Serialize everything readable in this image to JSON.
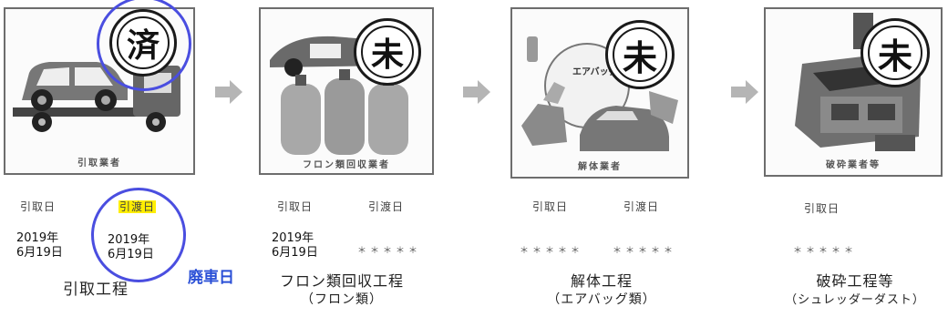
{
  "stages": [
    {
      "image_caption": "引取業者",
      "stamp": "済",
      "labels": [
        "引取日",
        "引渡日"
      ],
      "dates": [
        "2019年\n6月19日",
        "2019年\n6月19日"
      ],
      "process": "引取工程",
      "process_sub": ""
    },
    {
      "image_caption": "フロン類回収業者",
      "stamp": "未",
      "labels": [
        "引取日",
        "引渡日"
      ],
      "dates": [
        "2019年\n6月19日"
      ],
      "stars": "＊＊＊＊＊",
      "process": "フロン類回収工程",
      "process_sub": "（フロン類）"
    },
    {
      "image_caption": "解体業者",
      "stamp": "未",
      "labels": [
        "引取日",
        "引渡日"
      ],
      "stars_a": "＊＊＊＊＊",
      "stars_b": "＊＊＊＊＊",
      "airbag_label": "エアバッグ",
      "process": "解体工程",
      "process_sub": "（エアバッグ類）"
    },
    {
      "image_caption": "破砕業者等",
      "stamp": "未",
      "labels": [
        "引取日"
      ],
      "stars": "＊＊＊＊＊",
      "process": "破砕工程等",
      "process_sub": "（シュレッダーダスト）"
    }
  ],
  "annotation": "廃車日",
  "colors": {
    "ring": "#4a4ee0",
    "highlight": "#ffee00",
    "annotation": "#2a4fd6"
  }
}
